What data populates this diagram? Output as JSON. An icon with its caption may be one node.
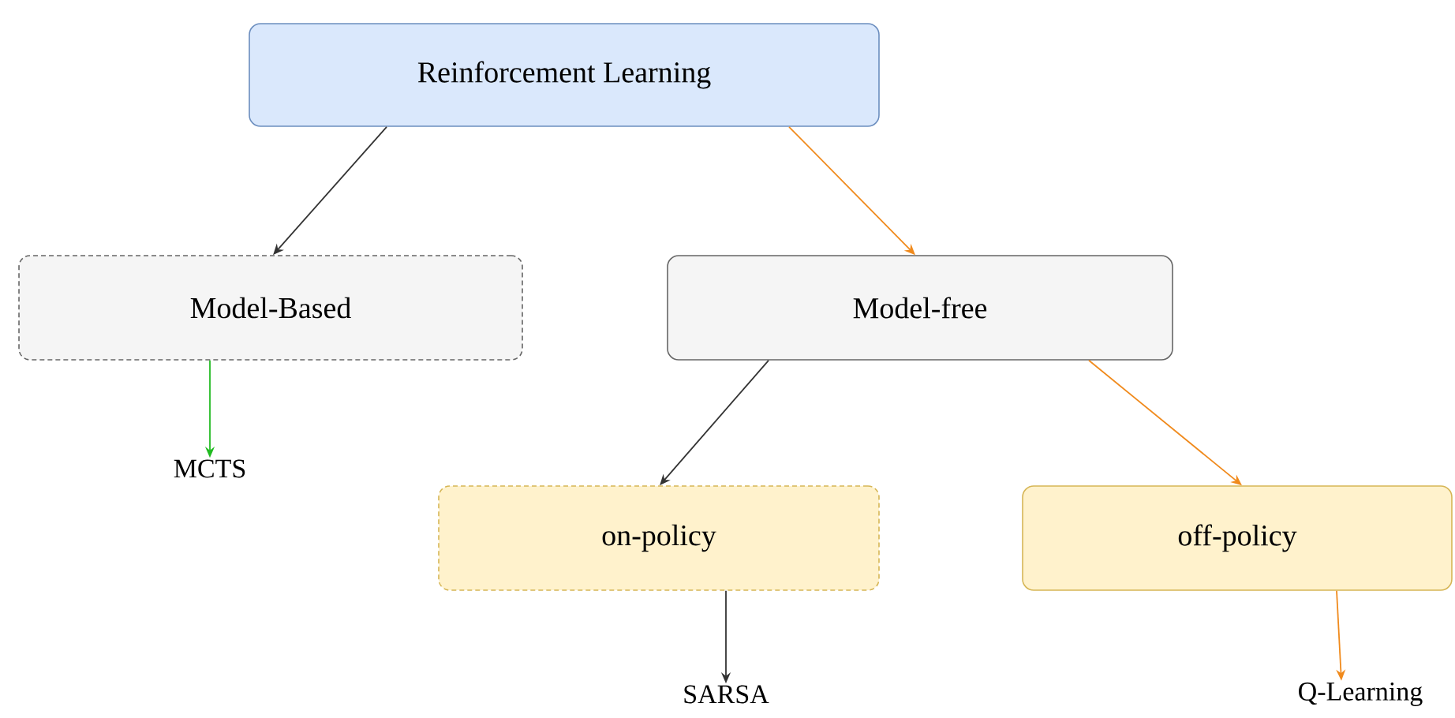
{
  "diagram": {
    "nodes": [
      {
        "text": [
          "Reinforcement Learning"
        ]
      },
      {
        "text": [
          "Model-Based"
        ]
      },
      {
        "text": [
          "Model-free"
        ]
      },
      {
        "text": [
          "on-policy"
        ]
      },
      {
        "text": [
          "off-policy"
        ]
      },
      {
        "text": [
          "MCTS"
        ]
      },
      {
        "text": [
          "SARSA"
        ]
      },
      {
        "text": [
          "Q-Learning"
        ]
      }
    ],
    "edges": [
      {
        "from": 0,
        "to": 1,
        "arrow": "to",
        "color": "#333333"
      },
      {
        "from": 0,
        "to": 2,
        "arrow": "to",
        "color": "#f08a1c"
      },
      {
        "from": 1,
        "to": 5,
        "arrow": "to",
        "color": "#22bb22"
      },
      {
        "from": 2,
        "to": 3,
        "arrow": "to",
        "color": "#333333"
      },
      {
        "from": 2,
        "to": 4,
        "arrow": "to",
        "color": "#f08a1c"
      },
      {
        "from": 3,
        "to": 6,
        "arrow": "to",
        "color": "#333333"
      },
      {
        "from": 4,
        "to": 7,
        "arrow": "to",
        "color": "#f08a1c"
      }
    ]
  }
}
